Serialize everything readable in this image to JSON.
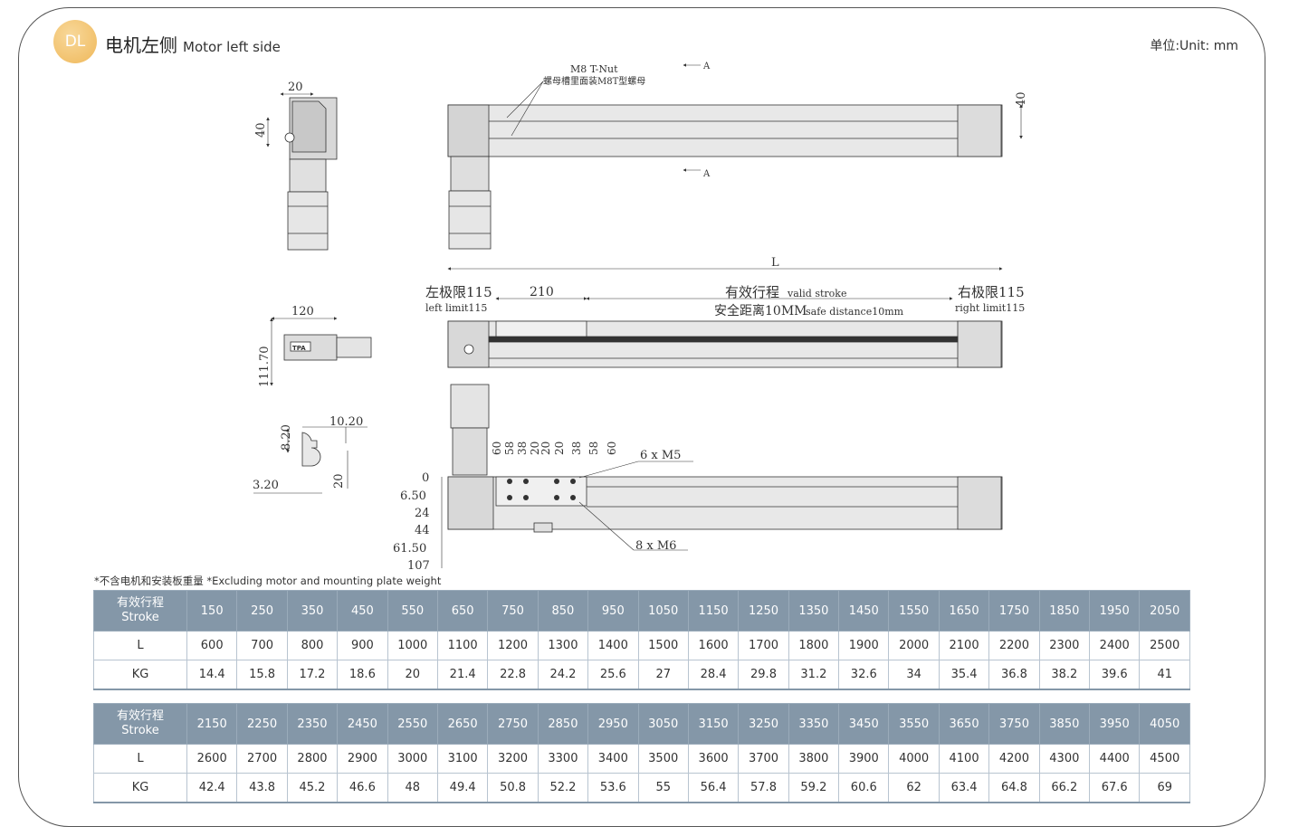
{
  "header": {
    "badge": "DL",
    "title_cn": "电机左侧",
    "title_en": "Motor left side",
    "unit": "单位:Unit: mm"
  },
  "drawing": {
    "tnut_label_en": "M8 T-Nut",
    "tnut_label_cn": "螺母槽里面装M8T型螺母",
    "section_mark": "A",
    "dim_20_top": "20",
    "dim_40_left": "40",
    "dim_40_right": "40",
    "dim_L": "L",
    "dim_210": "210",
    "left_limit_cn": "左极限115",
    "left_limit_en": "left limit115",
    "right_limit_cn": "右极限115",
    "right_limit_en": "right limit115",
    "valid_stroke_cn": "有效行程",
    "valid_stroke_en": "valid stroke",
    "safe_distance_cn": "安全距离10MM",
    "safe_distance_en": "safe distance10mm",
    "dim_120": "120",
    "dim_111_70": "111.70",
    "dim_10_20": "10.20",
    "dim_8_20": "8.20",
    "dim_3_20": "3.20",
    "dim_20_profile": "20",
    "carriage_dims": [
      "60",
      "58",
      "38",
      "20",
      "20",
      "20",
      "38",
      "58",
      "60"
    ],
    "holes_m5": "6 x  M5",
    "holes_m6": "8 x  M6",
    "height_dims": [
      "0",
      "6.50",
      "24",
      "44",
      "61.50",
      "107"
    ],
    "motor_brand": "TPA"
  },
  "note": "*不含电机和安装板重量  *Excluding motor and mounting plate weight",
  "table1": {
    "stroke_label_cn": "有效行程",
    "stroke_label_en": "Stroke",
    "L_label": "L",
    "KG_label": "KG",
    "stroke": [
      "150",
      "250",
      "350",
      "450",
      "550",
      "650",
      "750",
      "850",
      "950",
      "1050",
      "1150",
      "1250",
      "1350",
      "1450",
      "1550",
      "1650",
      "1750",
      "1850",
      "1950",
      "2050"
    ],
    "L": [
      "600",
      "700",
      "800",
      "900",
      "1000",
      "1100",
      "1200",
      "1300",
      "1400",
      "1500",
      "1600",
      "1700",
      "1800",
      "1900",
      "2000",
      "2100",
      "2200",
      "2300",
      "2400",
      "2500"
    ],
    "KG": [
      "14.4",
      "15.8",
      "17.2",
      "18.6",
      "20",
      "21.4",
      "22.8",
      "24.2",
      "25.6",
      "27",
      "28.4",
      "29.8",
      "31.2",
      "32.6",
      "34",
      "35.4",
      "36.8",
      "38.2",
      "39.6",
      "41"
    ]
  },
  "table2": {
    "stroke_label_cn": "有效行程",
    "stroke_label_en": "Stroke",
    "L_label": "L",
    "KG_label": "KG",
    "stroke": [
      "2150",
      "2250",
      "2350",
      "2450",
      "2550",
      "2650",
      "2750",
      "2850",
      "2950",
      "3050",
      "3150",
      "3250",
      "3350",
      "3450",
      "3550",
      "3650",
      "3750",
      "3850",
      "3950",
      "4050"
    ],
    "L": [
      "2600",
      "2700",
      "2800",
      "2900",
      "3000",
      "3100",
      "3200",
      "3300",
      "3400",
      "3500",
      "3600",
      "3700",
      "3800",
      "3900",
      "4000",
      "4100",
      "4200",
      "4300",
      "4400",
      "4500"
    ],
    "KG": [
      "42.4",
      "43.8",
      "45.2",
      "46.6",
      "48",
      "49.4",
      "50.8",
      "52.2",
      "53.6",
      "55",
      "56.4",
      "57.8",
      "59.2",
      "60.6",
      "62",
      "63.4",
      "64.8",
      "66.2",
      "67.6",
      "69"
    ]
  },
  "colors": {
    "badge": "#efb85a",
    "table_header": "#8497a8",
    "frame": "#555555"
  }
}
